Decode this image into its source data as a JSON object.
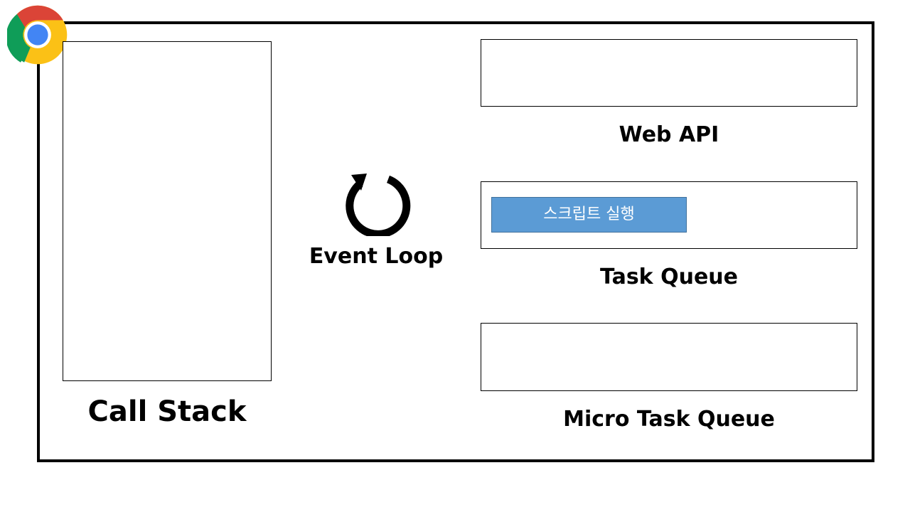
{
  "icons": {
    "browser_logo": "chrome-logo-icon",
    "event_loop": "refresh-arrow-icon"
  },
  "colors": {
    "task_chip_fill": "#5b9bd5",
    "task_chip_border": "#41719c",
    "frame": "#000000"
  },
  "call_stack": {
    "label": "Call Stack"
  },
  "event_loop": {
    "label": "Event Loop"
  },
  "web_api": {
    "label": "Web API"
  },
  "task_queue": {
    "label": "Task Queue",
    "items": [
      "스크립트 실행"
    ]
  },
  "micro_task_queue": {
    "label": "Micro Task Queue"
  }
}
